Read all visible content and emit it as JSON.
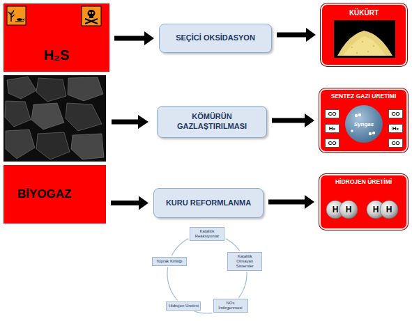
{
  "diagram": {
    "nodes": [
      {
        "text": [
          "H₂S"
        ]
      },
      {
        "text": [
          "SEÇİCİ OKSİDASYON"
        ]
      },
      {
        "text": [
          "KÜKÜRT"
        ]
      },
      {
        "text": [
          "KÖMÜRÜN GAZLAŞTIRILMASI"
        ]
      },
      {
        "text": [
          "SENTEZ GAZI ÜRETİMİ"
        ]
      },
      {
        "text": [
          "CO"
        ],
        "in": 4
      },
      {
        "text": [
          "Syngas"
        ],
        "in": 4
      },
      {
        "text": [
          "CO"
        ],
        "in": 4
      },
      {
        "text": [
          "H₂"
        ],
        "in": 4
      },
      {
        "text": [
          "H₂"
        ],
        "in": 4
      },
      {
        "text": [
          "CO"
        ],
        "in": 4
      },
      {
        "text": [
          "CO"
        ],
        "in": 4
      },
      {
        "text": [
          "BİYOGAZ"
        ]
      },
      {
        "text": [
          "KURU REFORMLANMA"
        ]
      },
      {
        "text": [
          "HİDROJEN ÜRETİMİ"
        ]
      },
      {
        "text": [
          "Katalitik Reaksiyonlar"
        ]
      },
      {
        "text": [
          "Katalitik Olmayan Sistemler"
        ]
      },
      {
        "text": [
          "NOx İndirgenmesi"
        ]
      },
      {
        "text": [
          "Hidrojen Üretimi"
        ]
      },
      {
        "text": [
          "Toprak Kirliliği"
        ]
      }
    ],
    "edges": [
      {
        "from": 0,
        "to": 1,
        "arrow": "to"
      },
      {
        "from": 1,
        "to": 2,
        "arrow": "to"
      },
      {
        "from": 3,
        "to": 4,
        "arrow": "to"
      },
      {
        "from": 12,
        "to": 13,
        "arrow": "to"
      },
      {
        "from": 13,
        "to": 14,
        "arrow": "to"
      },
      {
        "from": 15,
        "to": 16,
        "arrow": "none"
      },
      {
        "from": 16,
        "to": 17,
        "arrow": "none"
      },
      {
        "from": 17,
        "to": 18,
        "arrow": "none"
      },
      {
        "from": 18,
        "to": 19,
        "arrow": "none"
      },
      {
        "from": 19,
        "to": 15,
        "arrow": "none"
      }
    ],
    "labels": [
      "H",
      "H",
      "H",
      "H"
    ]
  }
}
